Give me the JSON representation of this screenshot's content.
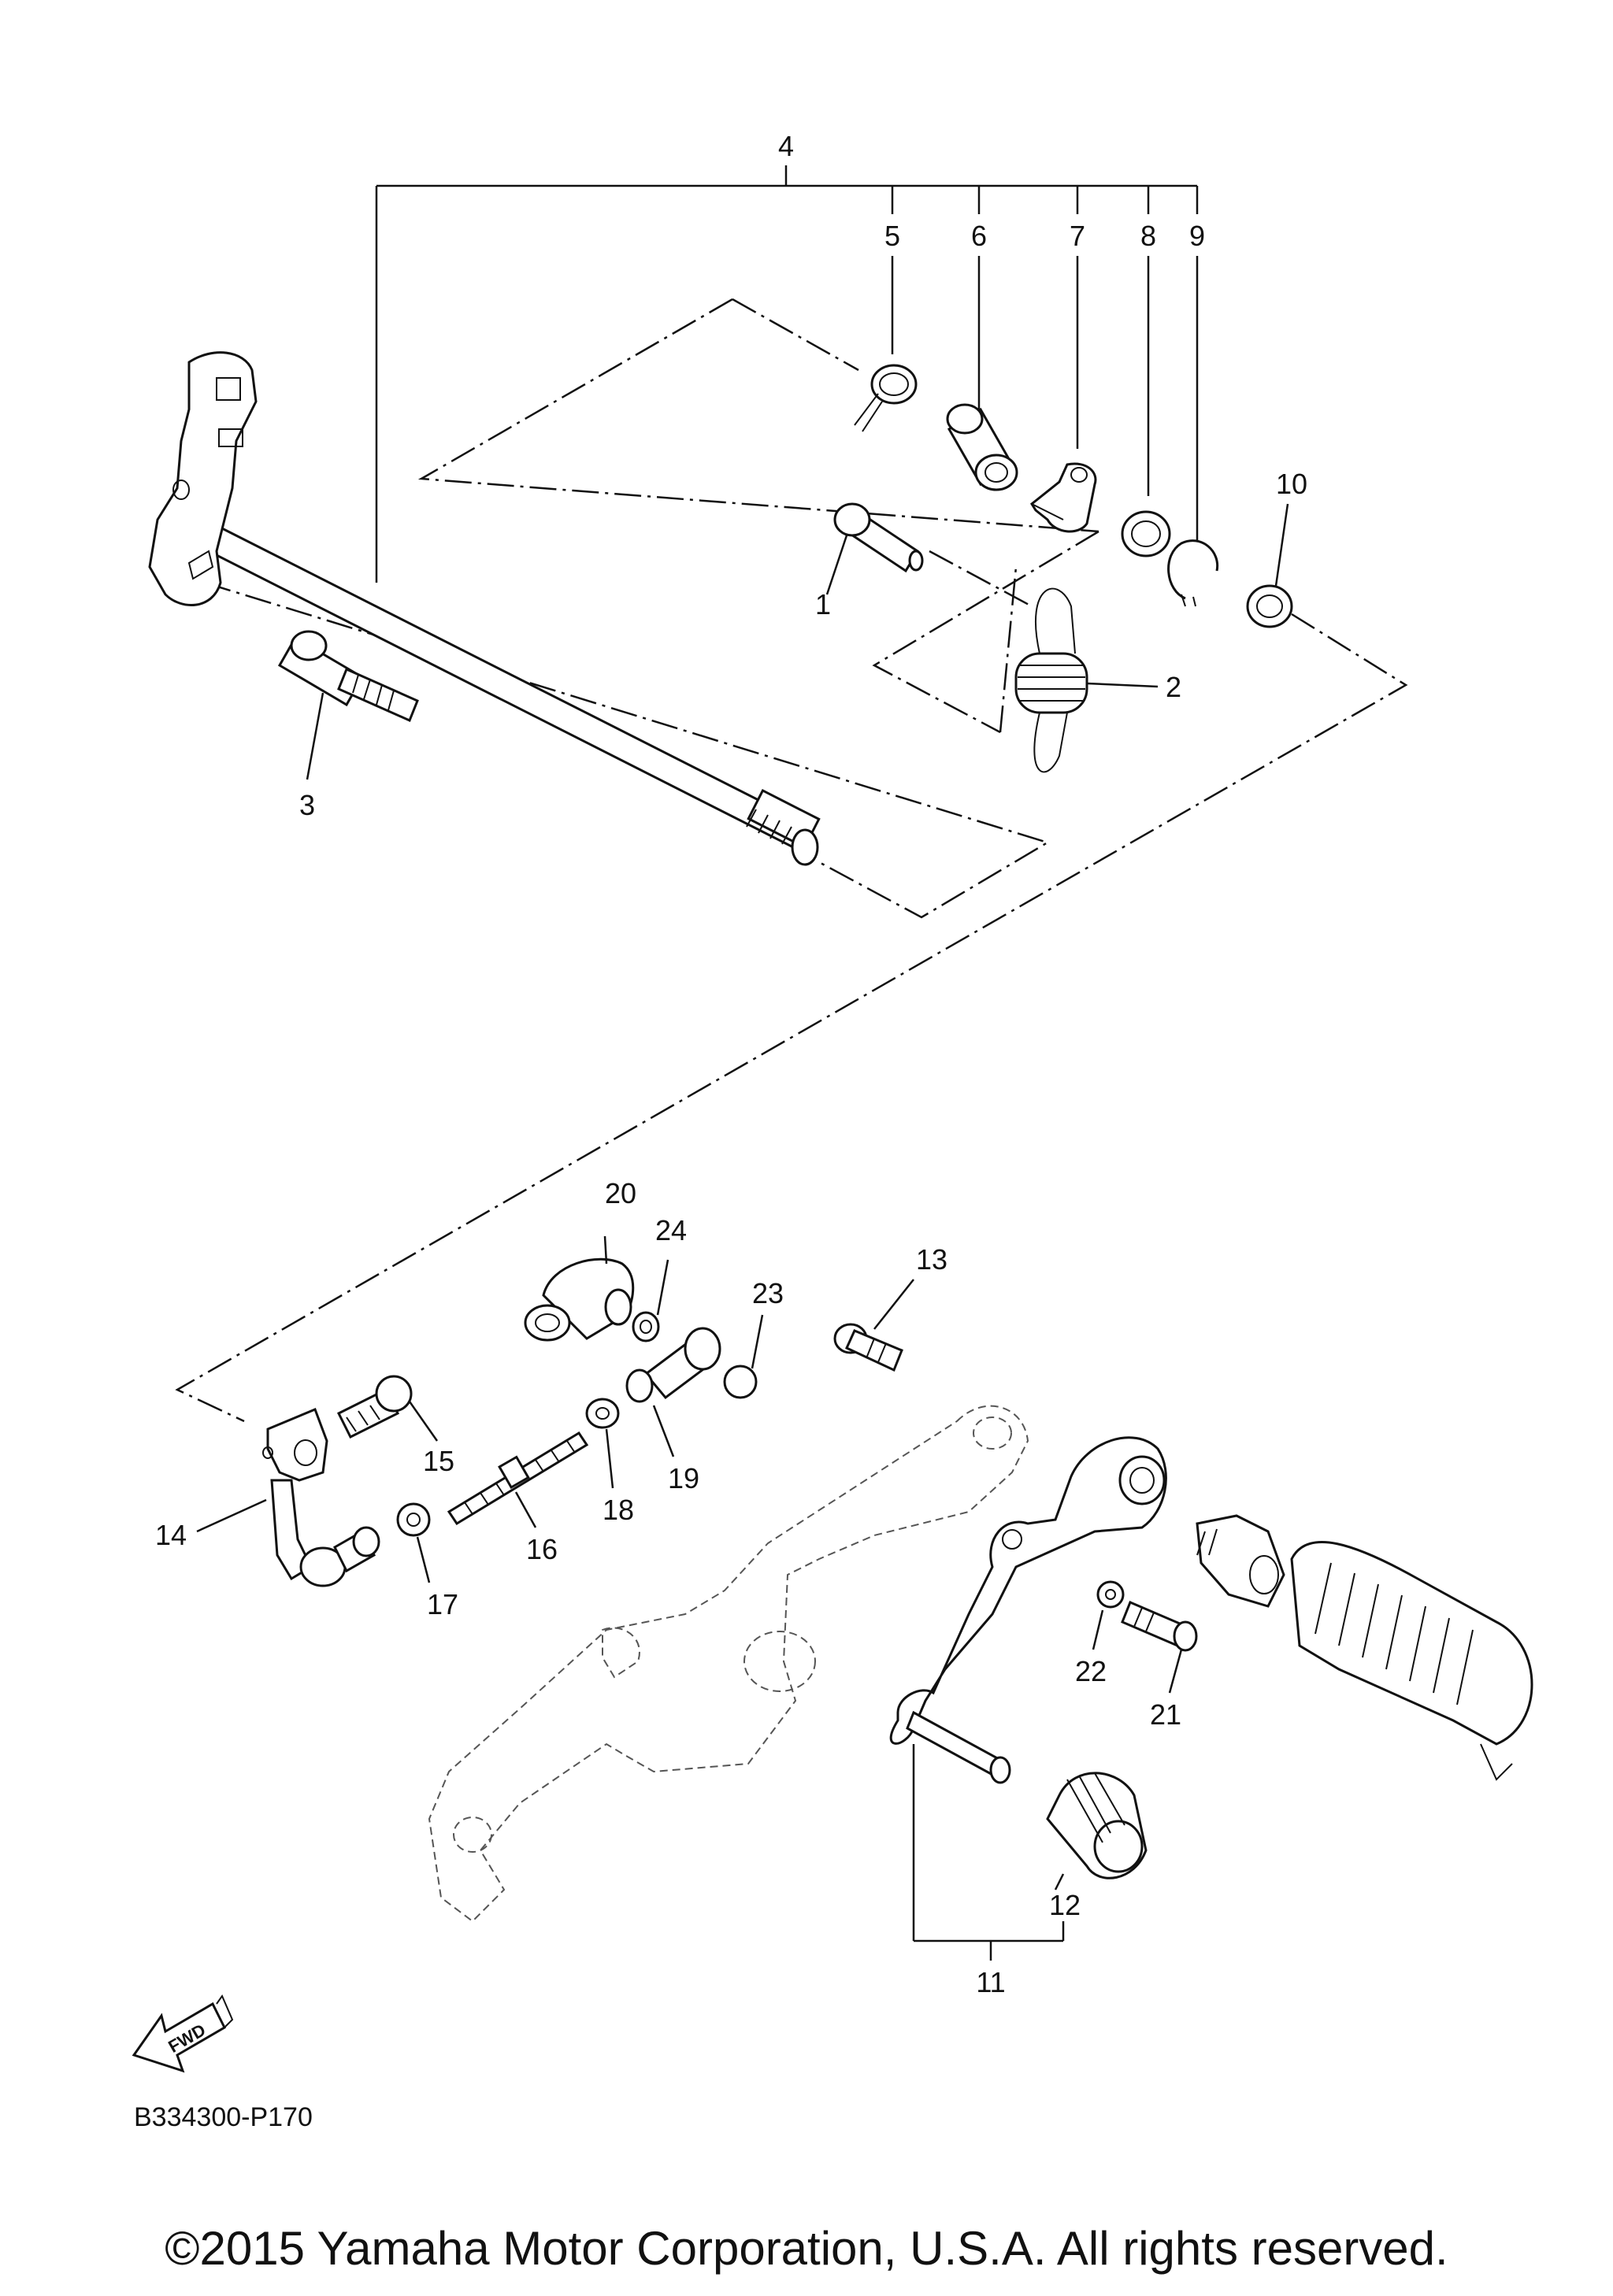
{
  "diagram": {
    "callouts": [
      "1",
      "2",
      "3",
      "4",
      "5",
      "6",
      "7",
      "8",
      "9",
      "10",
      "11",
      "12",
      "13",
      "14",
      "15",
      "16",
      "17",
      "18",
      "19",
      "20",
      "21",
      "22",
      "23",
      "24"
    ],
    "fwd_label": "FWD",
    "reference_code": "B334300-P170",
    "copyright": "©2015 Yamaha Motor Corporation, U.S.A. All rights reserved."
  }
}
